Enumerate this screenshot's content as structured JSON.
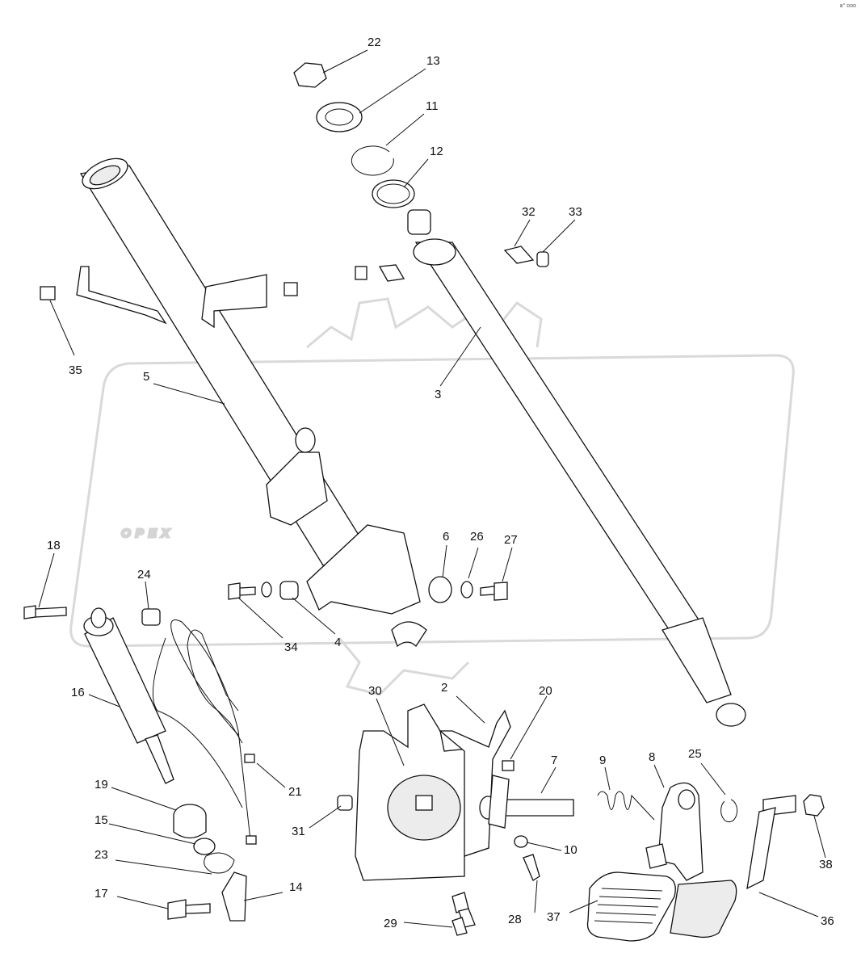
{
  "watermark": {
    "text": "OPEX",
    "color": "#d4d4d4"
  },
  "corner_mark": "a° ooo",
  "callouts": [
    {
      "label": "22"
    },
    {
      "label": "13"
    },
    {
      "label": "11"
    },
    {
      "label": "12"
    },
    {
      "label": "32"
    },
    {
      "label": "33"
    },
    {
      "label": "35"
    },
    {
      "label": "3"
    },
    {
      "label": "5"
    },
    {
      "label": "18"
    },
    {
      "label": "24"
    },
    {
      "label": "6"
    },
    {
      "label": "26"
    },
    {
      "label": "27"
    },
    {
      "label": "34"
    },
    {
      "label": "4"
    },
    {
      "label": "16"
    },
    {
      "label": "30"
    },
    {
      "label": "2"
    },
    {
      "label": "20"
    },
    {
      "label": "7"
    },
    {
      "label": "9"
    },
    {
      "label": "8"
    },
    {
      "label": "25"
    },
    {
      "label": "21"
    },
    {
      "label": "19"
    },
    {
      "label": "15"
    },
    {
      "label": "31"
    },
    {
      "label": "10"
    },
    {
      "label": "38"
    },
    {
      "label": "23"
    },
    {
      "label": "17"
    },
    {
      "label": "14"
    },
    {
      "label": "28"
    },
    {
      "label": "37"
    },
    {
      "label": "36"
    },
    {
      "label": "29"
    }
  ]
}
